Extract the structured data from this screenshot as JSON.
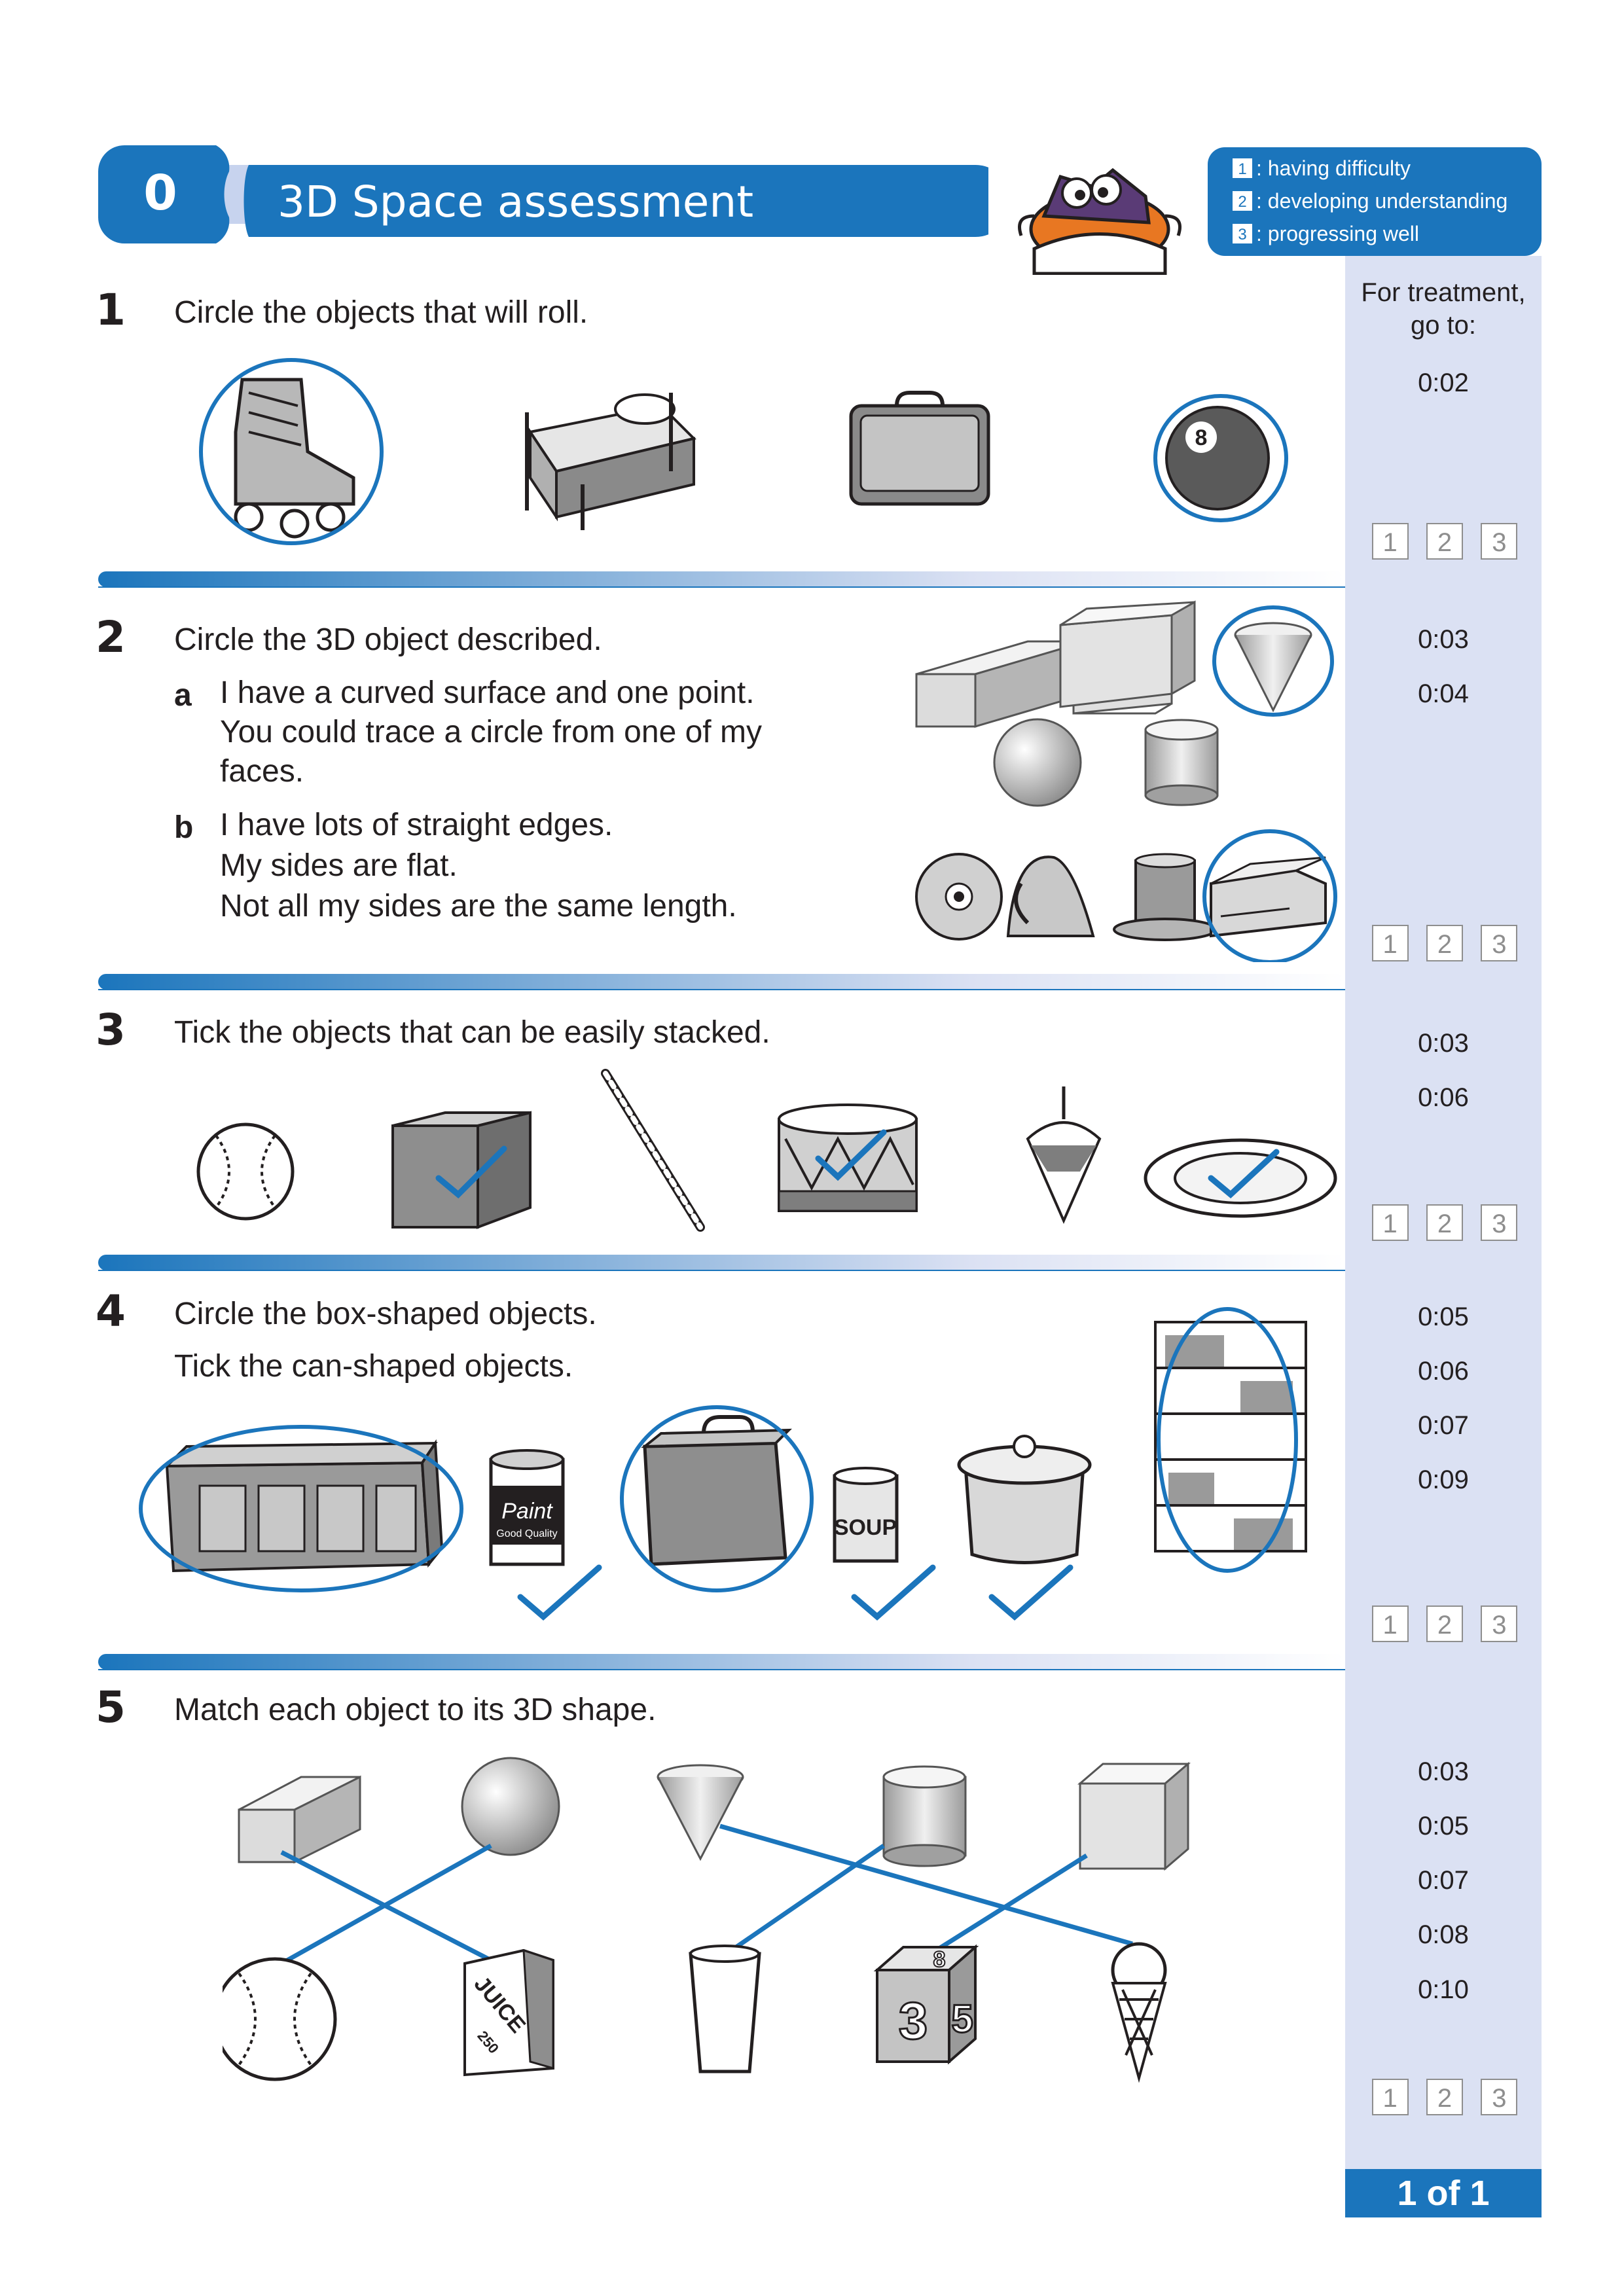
{
  "header": {
    "number": "0",
    "title": "3D Space assessment"
  },
  "legend": [
    {
      "key": "1",
      "text": ": having difficulty"
    },
    {
      "key": "2",
      "text": ": developing understanding"
    },
    {
      "key": "3",
      "text": ": progressing well"
    }
  ],
  "sidebar": {
    "heading_line1": "For treatment,",
    "heading_line2": "go to:",
    "footer": "1 of 1",
    "rating_labels": [
      "1",
      "2",
      "3"
    ],
    "refs": {
      "q1": [
        "0:02"
      ],
      "q2": [
        "0:03",
        "0:04"
      ],
      "q3": [
        "0:03",
        "0:06"
      ],
      "q4": [
        "0:05",
        "0:06",
        "0:07",
        "0:09"
      ],
      "q5": [
        "0:03",
        "0:05",
        "0:07",
        "0:08",
        "0:10"
      ]
    }
  },
  "questions": {
    "q1": {
      "number": "1",
      "text": "Circle the objects that will roll."
    },
    "q2": {
      "number": "2",
      "text": "Circle the 3D object described.",
      "a_letter": "a",
      "a_lines": [
        "I have a curved surface and one point.",
        "You could trace a circle from one of my",
        "faces."
      ],
      "b_letter": "b",
      "b_lines": [
        "I have lots of straight edges.",
        "My sides are flat.",
        "Not all my sides are the same length."
      ]
    },
    "q3": {
      "number": "3",
      "text": "Tick the objects that can be easily stacked."
    },
    "q4": {
      "number": "4",
      "text1": "Circle the box-shaped objects.",
      "text2": "Tick the can-shaped objects."
    },
    "q5": {
      "number": "5",
      "text": "Match each object to its 3D shape."
    }
  },
  "image_labels": {
    "ball_number": "8",
    "paint": "Paint",
    "paint_sub": "Good Quality",
    "soup": "SOUP",
    "juice": "JUICE",
    "juice_size": "250",
    "block_a": "3",
    "block_b": "5",
    "block_c": "8"
  },
  "colors": {
    "accent": "#1b75bc",
    "sidebar": "#dbe1f3",
    "header_light": "#c7d3ee",
    "answer_blue": "#1b75bc"
  }
}
